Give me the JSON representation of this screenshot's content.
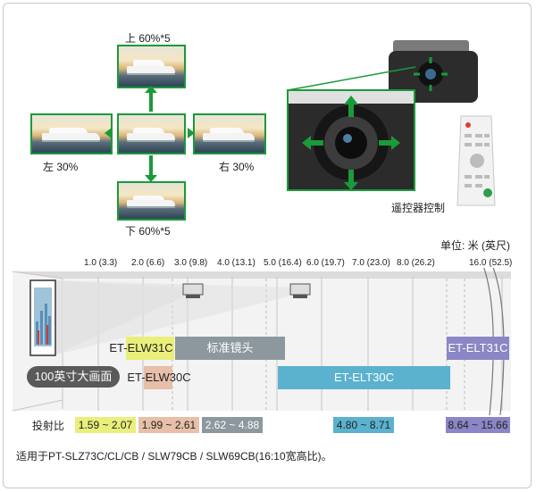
{
  "shift": {
    "up": "上 60%*5",
    "down": "下 60%*5",
    "left": "左 30%",
    "right": "右 30%"
  },
  "remote_label": "遥控器控制",
  "unit_label": "单位: 米 (英尺)",
  "distances": [
    "1.0 (3.3)",
    "2.0 (6.6)",
    "3.0 (9.8)",
    "4.0 (13.1)",
    "5.0 (16.4)",
    "6.0 (19.7)",
    "7.0 (23.0)",
    "8.0 (26.2)",
    "16.0 (52.5)"
  ],
  "screen_label": "100英寸大画面",
  "lenses": {
    "elw31c": "ET-ELW31C",
    "elw30c": "ET-ELW30C",
    "standard": "标准镜头",
    "elt30c": "ET-ELT30C",
    "elt31c": "ET-ELT31C"
  },
  "throw_ratio_label": "投射比",
  "ratios": {
    "elw31c": "1.59 ~ 2.07",
    "elw30c": "1.99 ~ 2.61",
    "standard": "2.62 ~ 4.88",
    "elt30c": "4.80 ~ 8.71",
    "elt31c": "8.64 ~ 15.66"
  },
  "colors": {
    "elw31c": "#e9ef7a",
    "elw30c": "#e8bfa8",
    "standard": "#8c989e",
    "elt30c": "#5bb2cf",
    "elt31c": "#8b86c6"
  },
  "footnote": "适用于PT-SLZ73C/CL/CB / SLW79CB / SLW69CB(16:10宽高比)。"
}
